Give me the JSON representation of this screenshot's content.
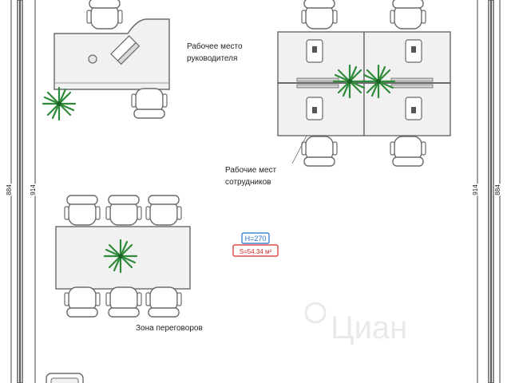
{
  "labels": {
    "manager_workplace_line1": "Рабочее место",
    "manager_workplace_line2": "руководителя",
    "staff_workplaces_line1": "Рабочие мест",
    "staff_workplaces_line2": "сотрудников",
    "meeting_zone": "Зона переговоров"
  },
  "badges": {
    "height": "H=270",
    "area": "S=54.34 м²"
  },
  "dimensions": {
    "outer_left": "884",
    "inner_left": "914",
    "inner_right": "914",
    "outer_right": "884"
  },
  "watermark": "Циан",
  "colors": {
    "wall": "#555555",
    "furniture_fill": "#f1f1f1",
    "outline": "#6a6a6a",
    "plant": "#2f8a3a",
    "badge_blue": "#1e6fc8",
    "badge_red": "#d62828"
  }
}
